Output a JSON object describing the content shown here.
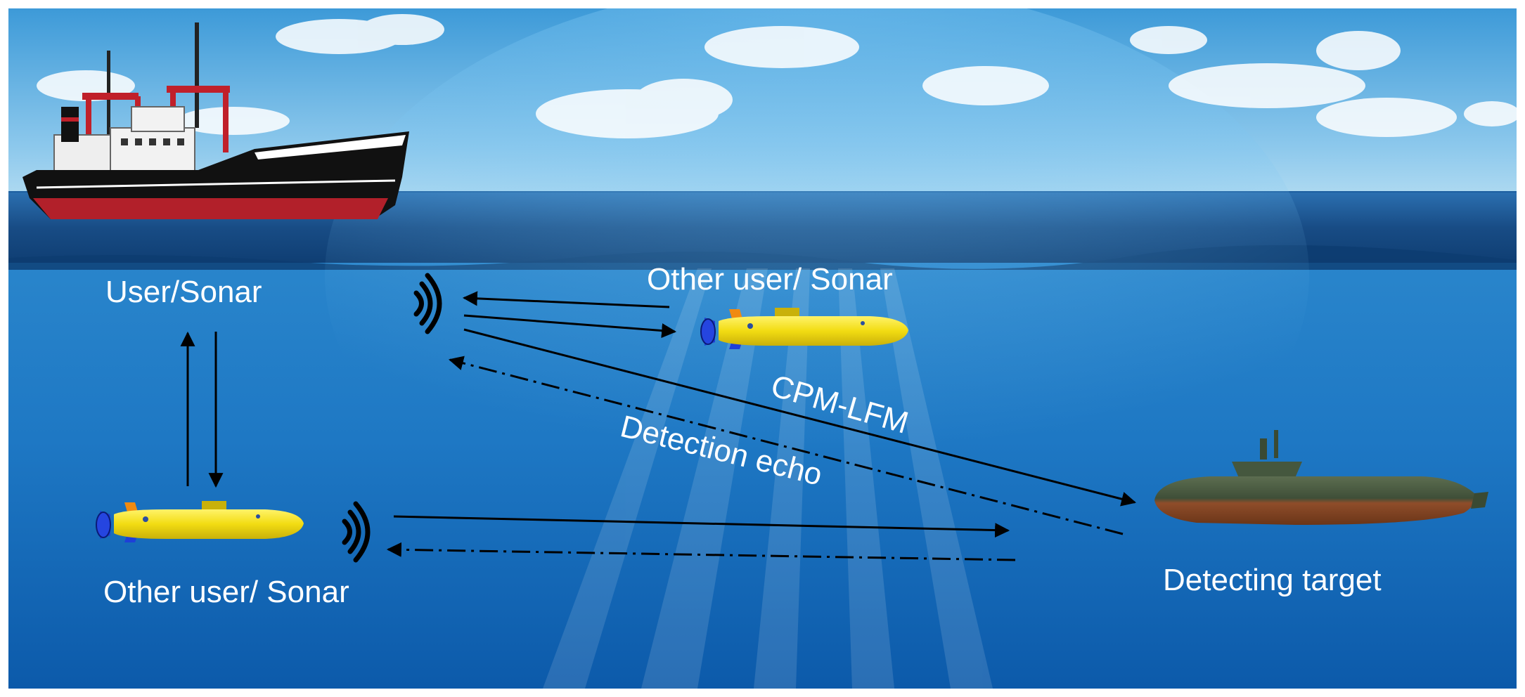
{
  "labels": {
    "user_sonar": "User/Sonar",
    "other_user_top": "Other user/ Sonar",
    "other_user_bottom": "Other user/ Sonar",
    "cpm_lfm": "CPM-LFM",
    "detection_echo": "Detection echo",
    "detecting_target": "Detecting target"
  },
  "colors": {
    "sky_top": "#3d9ad8",
    "sky_bottom": "#a9d6ef",
    "sea_surface": "#1f5fa3",
    "sea_deep": "#0f5fb0",
    "auv_body": "#f5e11a",
    "ship_hull_red": "#b2202a",
    "ship_hull_black": "#111111",
    "sub_hull_top": "#45573e",
    "sub_hull_bottom": "#8a4a2a",
    "arrow": "#000000",
    "label_text": "#ffffff"
  },
  "icons": [
    "ship-icon",
    "auv-icon",
    "submarine-icon",
    "sonar-wave-icon",
    "cloud-icon"
  ]
}
